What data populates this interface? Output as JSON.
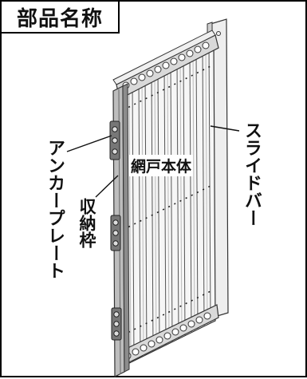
{
  "title": "部品名称",
  "labels": {
    "anchor_plate": "アンカープレート",
    "storage_frame": "収納枠",
    "screen_body": "網戸本体",
    "slide_bar": "スライドバー"
  }
}
